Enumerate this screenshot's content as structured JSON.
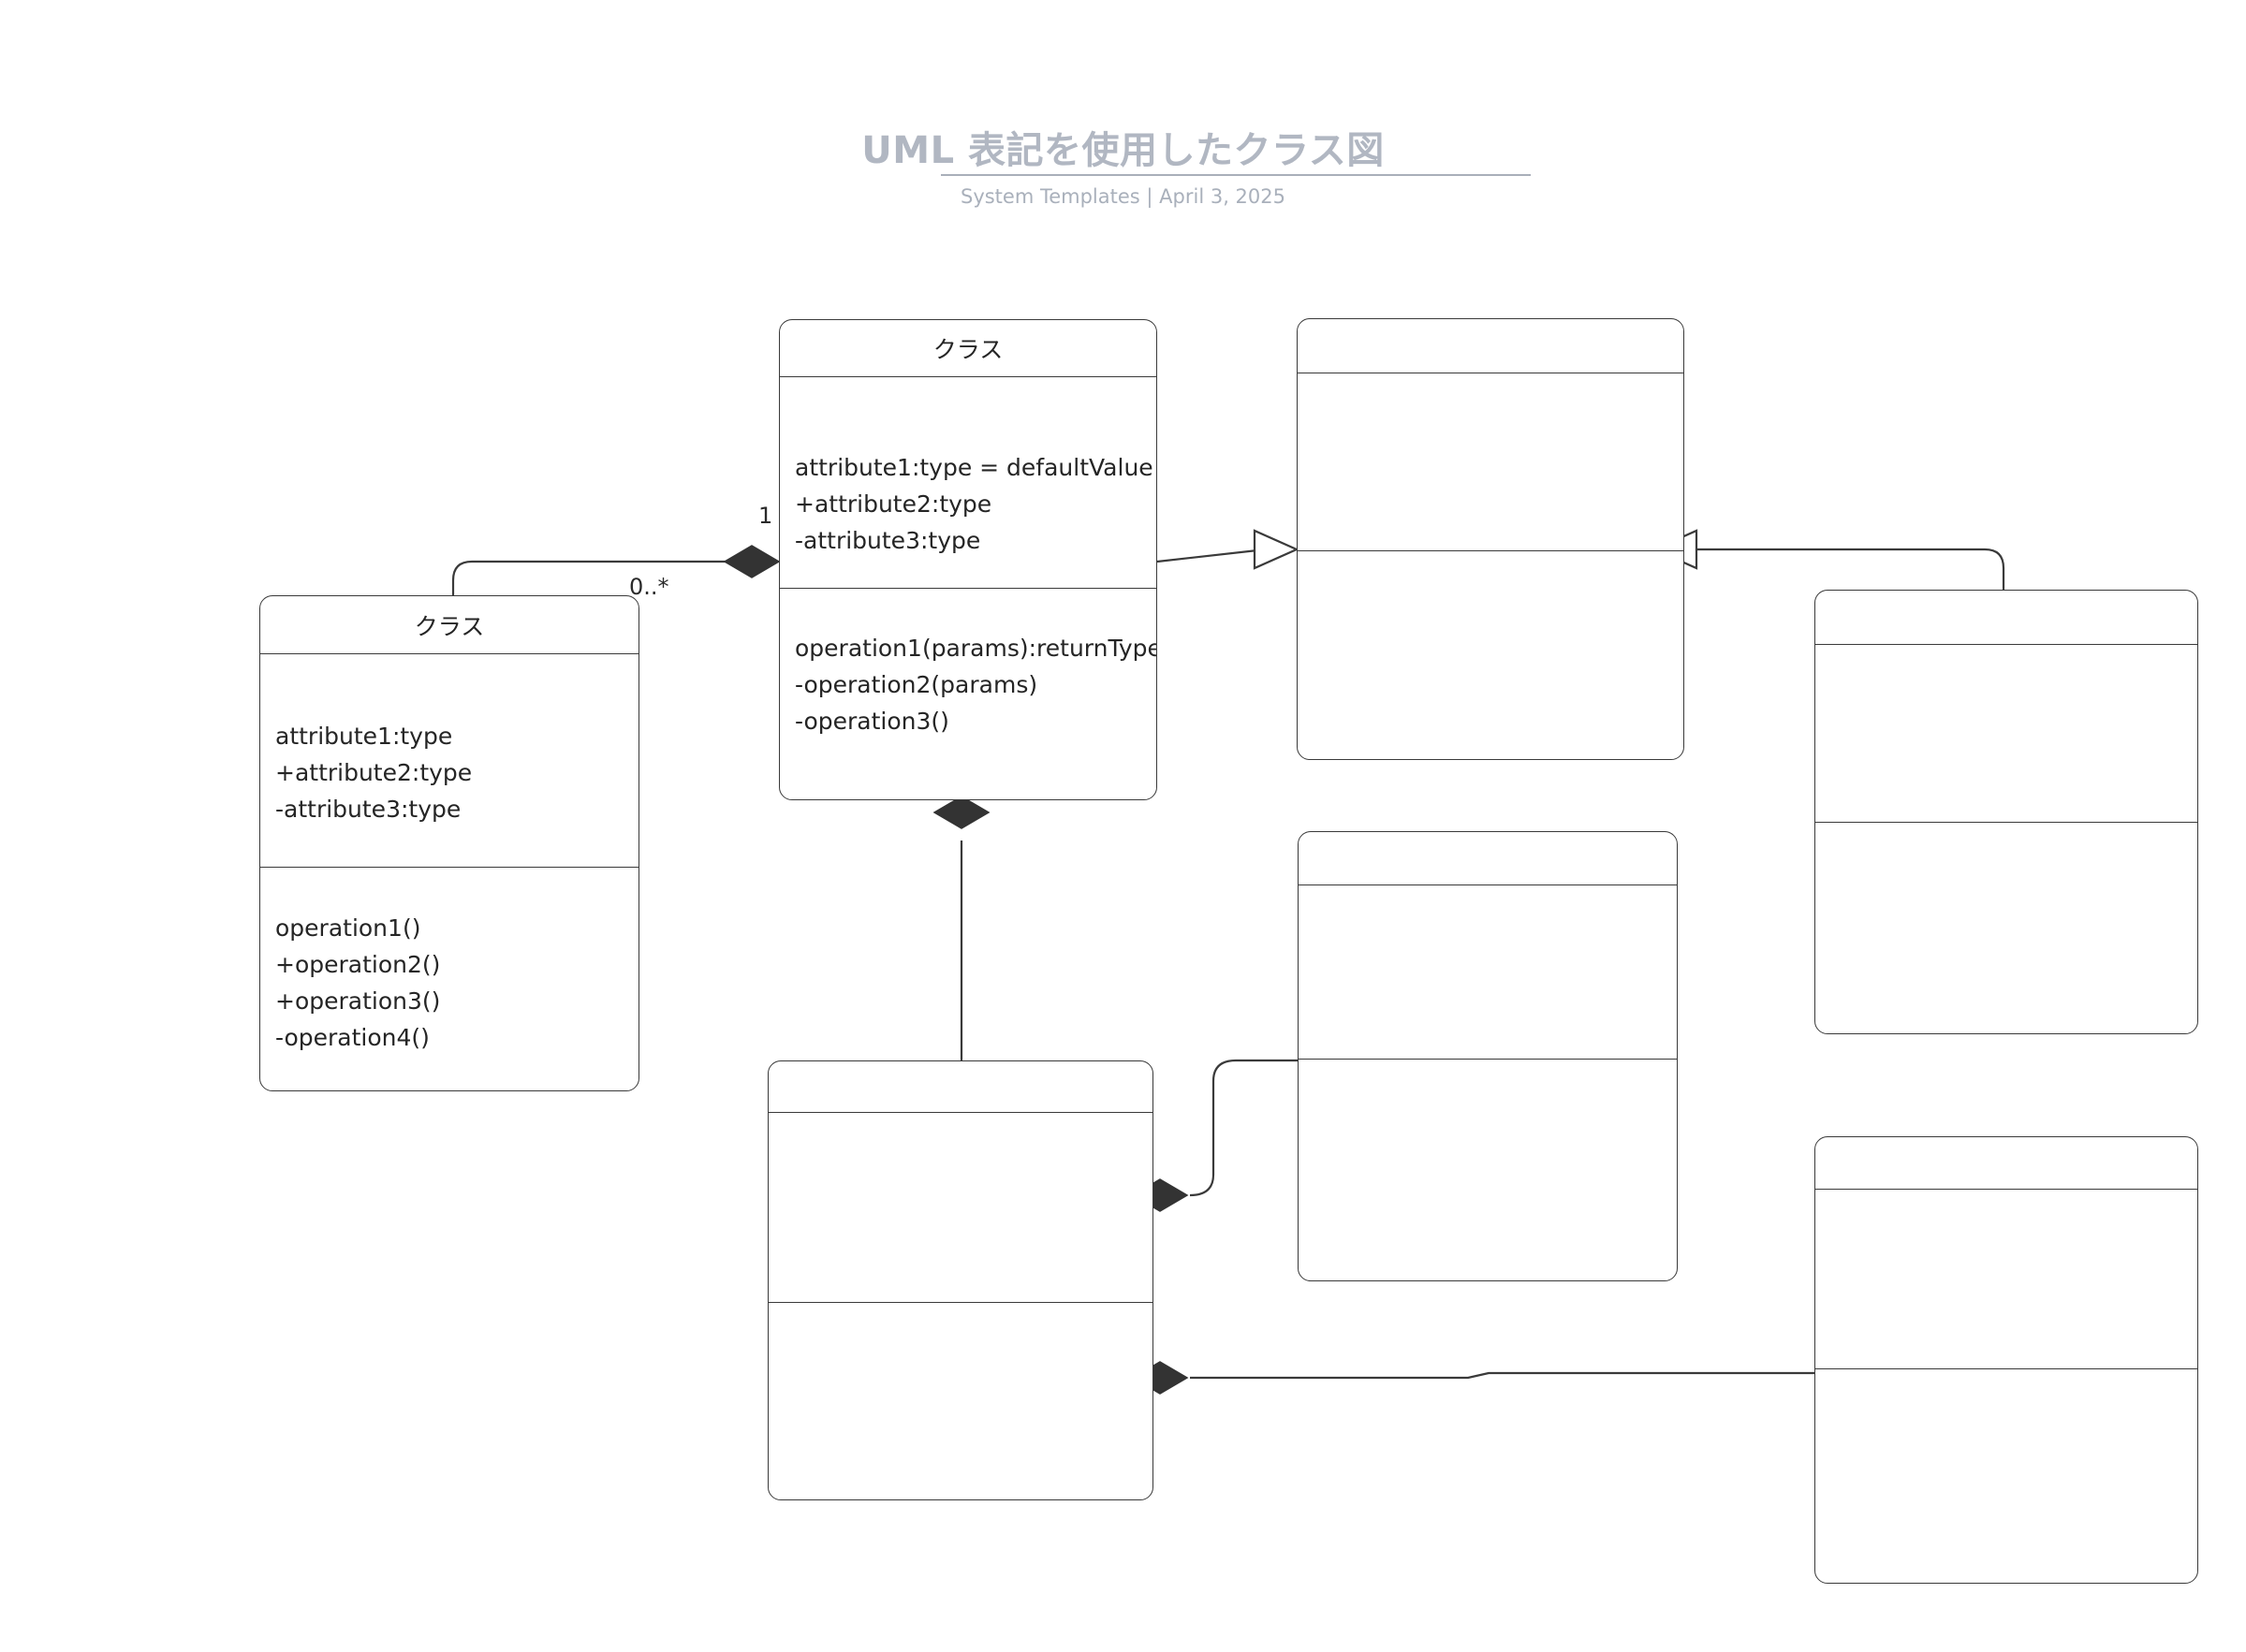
{
  "header": {
    "title": "UML 表記を使用したクラス図",
    "subtitle": "System Templates  |  April 3, 2025",
    "title_color": "#b1b7c2",
    "subtitle_color": "#a9b0bb",
    "rule_color": "#a9afba"
  },
  "diagram": {
    "stroke_color": "#3a3a3a",
    "fill_color": "#ffffff",
    "diamond_color": "#333333",
    "classes": [
      {
        "id": "class-center",
        "name": "クラス",
        "attributes": [
          "attribute1:type = defaultValue",
          "+attribute2:type",
          "-attribute3:type"
        ],
        "operations": [
          "operation1(params):returnType",
          "-operation2(params)",
          "-operation3()"
        ]
      },
      {
        "id": "class-left",
        "name": "クラス",
        "attributes": [
          "attribute1:type",
          "+attribute2:type",
          "-attribute3:type"
        ],
        "operations": [
          "operation1()",
          "+operation2()",
          "+operation3()",
          "-operation4()"
        ]
      },
      {
        "id": "class-top-right",
        "name": "",
        "attributes": [],
        "operations": []
      },
      {
        "id": "class-far-right",
        "name": "",
        "attributes": [],
        "operations": []
      },
      {
        "id": "class-mid-right",
        "name": "",
        "attributes": [],
        "operations": []
      },
      {
        "id": "class-bottom-center",
        "name": "",
        "attributes": [],
        "operations": []
      },
      {
        "id": "class-bottom-right",
        "name": "",
        "attributes": [],
        "operations": []
      }
    ],
    "relationships": [
      {
        "id": "rel-aggregation-left",
        "type": "aggregation",
        "from": "class-center",
        "to": "class-left",
        "source_multiplicity": "1",
        "target_multiplicity": "0..*"
      },
      {
        "id": "rel-generalization-top",
        "type": "generalization",
        "from": "class-center",
        "to": "class-top-right"
      },
      {
        "id": "rel-generalization-right",
        "type": "generalization",
        "from": "class-far-right",
        "to": "class-top-right"
      },
      {
        "id": "rel-composition-down",
        "type": "composition",
        "from": "class-center",
        "to": "class-bottom-center"
      },
      {
        "id": "rel-composition-midright",
        "type": "composition",
        "from": "class-bottom-center",
        "to": "class-mid-right"
      },
      {
        "id": "rel-composition-bottomright",
        "type": "composition",
        "from": "class-bottom-center",
        "to": "class-bottom-right"
      }
    ]
  }
}
